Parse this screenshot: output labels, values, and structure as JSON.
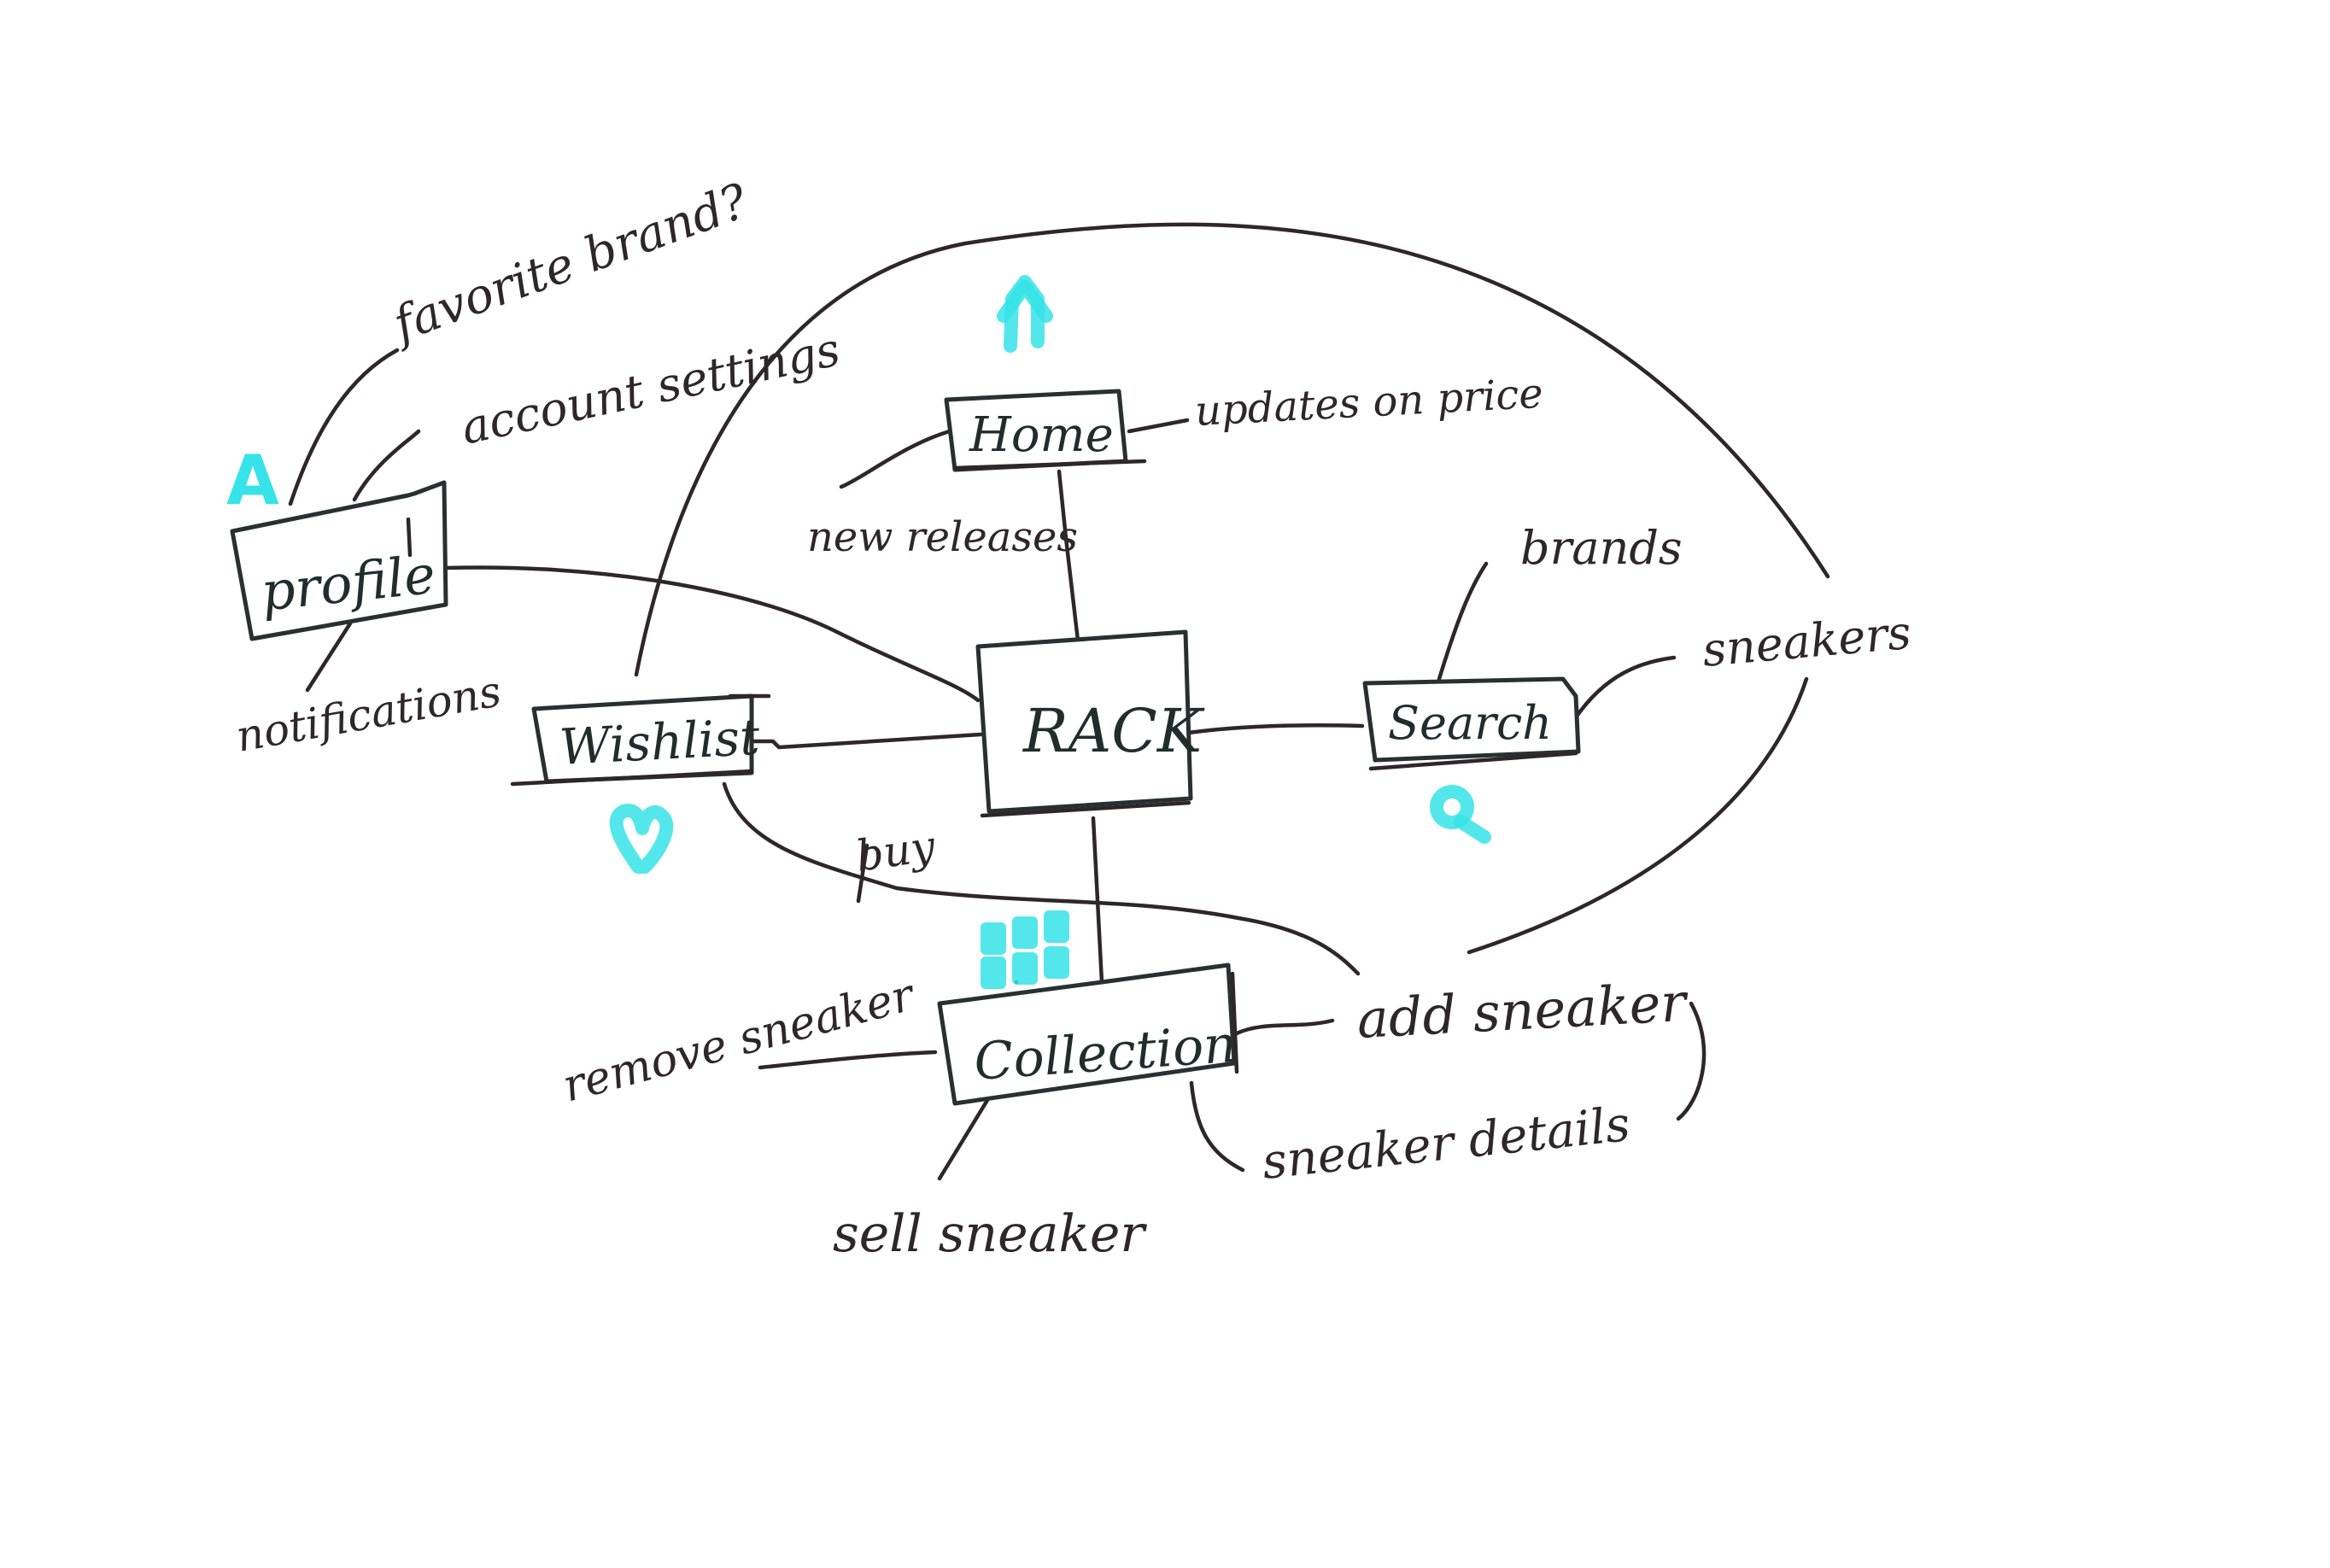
{
  "diagram": {
    "type": "hand-drawn sitemap / mind map",
    "center": {
      "id": "rack",
      "label": "RACK"
    },
    "nodes": [
      {
        "id": "profile",
        "label": "profile",
        "icon": "person-icon"
      },
      {
        "id": "home",
        "label": "Home",
        "icon": "home-icon"
      },
      {
        "id": "wishlist",
        "label": "Wishlist",
        "icon": "heart-icon"
      },
      {
        "id": "search",
        "label": "Search",
        "icon": "magnifier-icon"
      },
      {
        "id": "collection",
        "label": "Collection",
        "icon": "grid-icon"
      }
    ],
    "subitems": {
      "profile": [
        "favorite brand?",
        "account settings",
        "notifications"
      ],
      "home": [
        "new releases",
        "updates on price"
      ],
      "search": [
        "brands",
        "sneakers"
      ],
      "collection": [
        "add sneaker",
        "sneaker details",
        "sell sneaker",
        "remove sneaker"
      ]
    },
    "edge_labels": {
      "wishlist_to_add_sneaker": "buy"
    },
    "icon_glyphs": {
      "profile": "A"
    },
    "colors": {
      "ink": "#2f2629",
      "box_ink": "#283030",
      "highlighter": "#35e3e8",
      "background": "#ffffff"
    }
  }
}
